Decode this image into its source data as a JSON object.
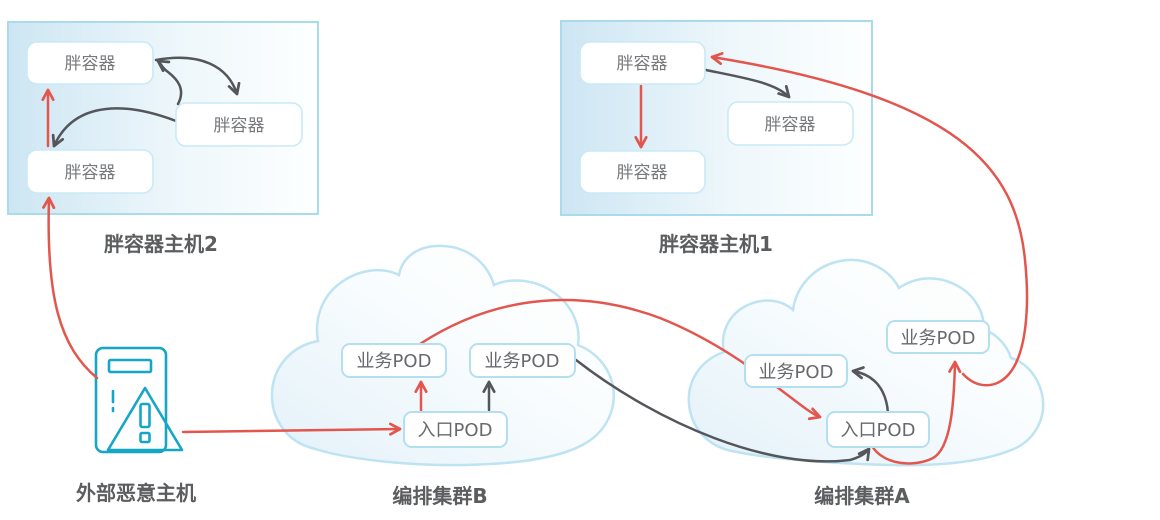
{
  "hosts": [
    {
      "id": "host2",
      "label": "胖容器主机2",
      "containers": [
        "胖容器",
        "胖容器",
        "胖容器"
      ]
    },
    {
      "id": "host1",
      "label": "胖容器主机1",
      "containers": [
        "胖容器",
        "胖容器",
        "胖容器"
      ]
    }
  ],
  "clusters": [
    {
      "id": "clusterB",
      "label": "编排集群B",
      "pods": {
        "business1": "业务POD",
        "business2": "业务POD",
        "entry": "入口POD"
      }
    },
    {
      "id": "clusterA",
      "label": "编排集群A",
      "pods": {
        "business1": "业务POD",
        "business2": "业务POD",
        "entry": "入口POD"
      }
    }
  ],
  "attacker": {
    "label": "外部恶意主机",
    "icon": "server-warning-icon"
  },
  "edges": [
    {
      "from": "attacker",
      "to": "host2.container3",
      "type": "attack"
    },
    {
      "from": "host2.container3",
      "to": "host2.container1",
      "type": "attack"
    },
    {
      "from": "attacker",
      "to": "clusterB.entry-pod",
      "type": "attack"
    },
    {
      "from": "clusterB.entry-pod",
      "to": "clusterB.business-pod-1",
      "type": "attack"
    },
    {
      "from": "clusterB.business-pod-1",
      "to": "clusterA.entry-pod",
      "type": "attack"
    },
    {
      "from": "clusterA.entry-pod",
      "to": "clusterA.business-pod-2",
      "type": "attack"
    },
    {
      "from": "clusterA.business-pod-2",
      "to": "host1.container1",
      "type": "attack"
    },
    {
      "from": "host1.container1",
      "to": "host1.container3",
      "type": "attack"
    },
    {
      "from": "host2.container1",
      "to": "host2.container2",
      "type": "internal"
    },
    {
      "from": "host2.container2",
      "to": "host2.container1",
      "type": "internal"
    },
    {
      "from": "host2.container2",
      "to": "host2.container3",
      "type": "internal"
    },
    {
      "from": "clusterB.entry-pod",
      "to": "clusterB.business-pod-2",
      "type": "internal"
    },
    {
      "from": "clusterB.business-pod-2",
      "to": "clusterA.entry-pod",
      "type": "internal"
    },
    {
      "from": "clusterA.entry-pod",
      "to": "clusterA.business-pod-1",
      "type": "internal"
    },
    {
      "from": "host1.container1",
      "to": "host1.container2",
      "type": "internal"
    }
  ],
  "colors": {
    "attack_path": "#e2564e",
    "internal_link": "#54565a",
    "host_border": "#a9dbeb",
    "box_border": "#c9eaf5",
    "pod_border": "#b4dff0",
    "cloud_border": "#bee3f2",
    "icon_teal": "#16a6c5",
    "label_text": "#5b5d5f"
  }
}
